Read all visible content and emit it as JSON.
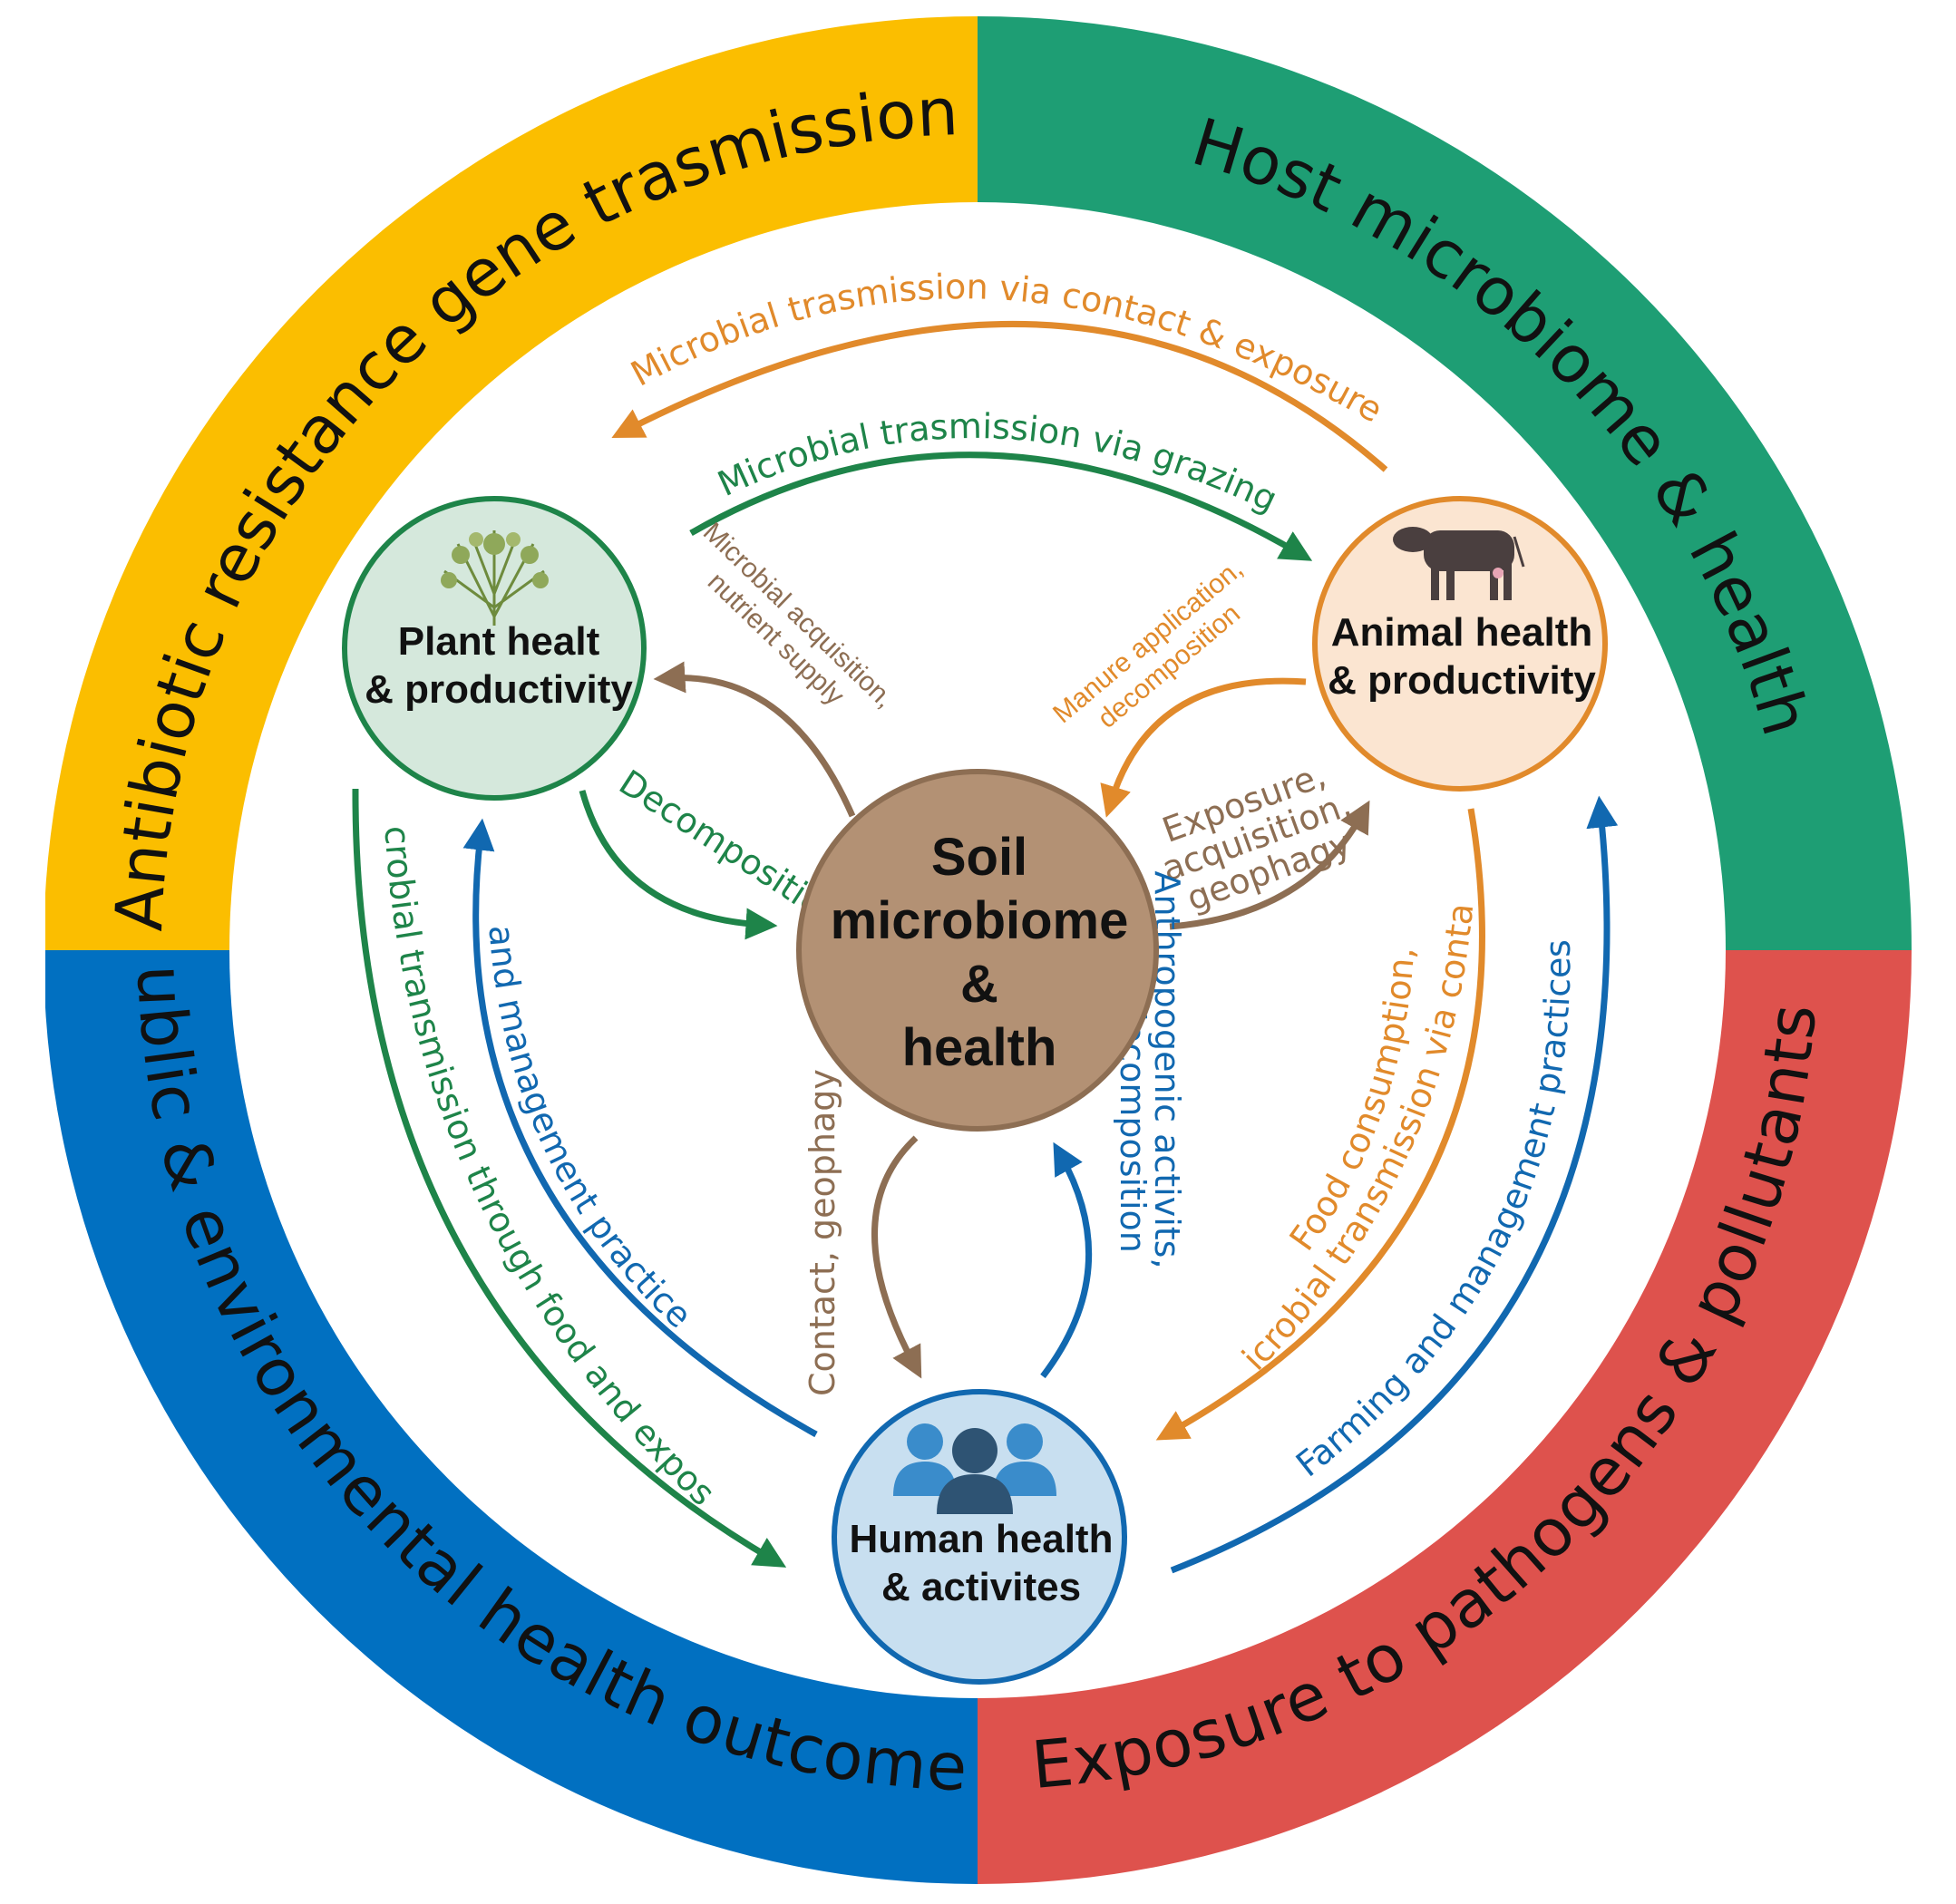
{
  "colors": {
    "yellow": "#FBBE00",
    "green_band": "#1E9E74",
    "blue_band": "#0170C1",
    "red_band": "#DE524D",
    "orange": "#E18A2B",
    "dark_green": "#1E8449",
    "blue": "#1168B0",
    "brown": "#8D6E53",
    "plant_fill": "#D5E8DC",
    "animal_fill": "#FBE5D1",
    "soil_fill": "#B39174",
    "human_fill": "#C8DFF0"
  },
  "icons": {
    "plant": "plant-icon",
    "animal": "cow-icon",
    "human": "people-icon"
  },
  "outer_ring": {
    "top_left": "Antibiotic resistance gene trasmission",
    "top_right": "Host microbiome & health",
    "bottom_left": "Public & environmental health outcomes",
    "bottom_right": "Exposure to pathogens & pollutants"
  },
  "nodes": {
    "plant": {
      "line1": "Plant healt",
      "line2": "& productivity"
    },
    "animal": {
      "line1": "Animal health",
      "line2": "& productivity"
    },
    "soil": {
      "line1": "Soil",
      "line2": "microbiome",
      "line3": "&",
      "line4": "health"
    },
    "human": {
      "line1": "Human health",
      "line2": "& activites"
    }
  },
  "arrows": {
    "contact_exposure": "Microbial trasmission via contact & exposure",
    "grazing": "Microbial trasmission via grazing",
    "acquisition_line1": "Microbial acquisition,",
    "acquisition_line2": "nutrient supply",
    "manure_line1": "Manure application,",
    "manure_line2": "decomposition",
    "decomposition": "Decomposition",
    "exposure_line1": "Exposure,",
    "exposure_line2": "acquisition,",
    "exposure_line3": "geophagy",
    "land_management": "Land management practices",
    "food_exposure": "Microbial transmission through food and exposure",
    "contact_geophagy": "Contact, geophagy",
    "anthropogenic_line1": "Anthropogenic activits,",
    "anthropogenic_line2": "waste decomposition",
    "food_consumption_line1": "Food consumption,",
    "food_consumption_line2": "microbial transmission via contact",
    "farming": "Farming and management practices"
  }
}
